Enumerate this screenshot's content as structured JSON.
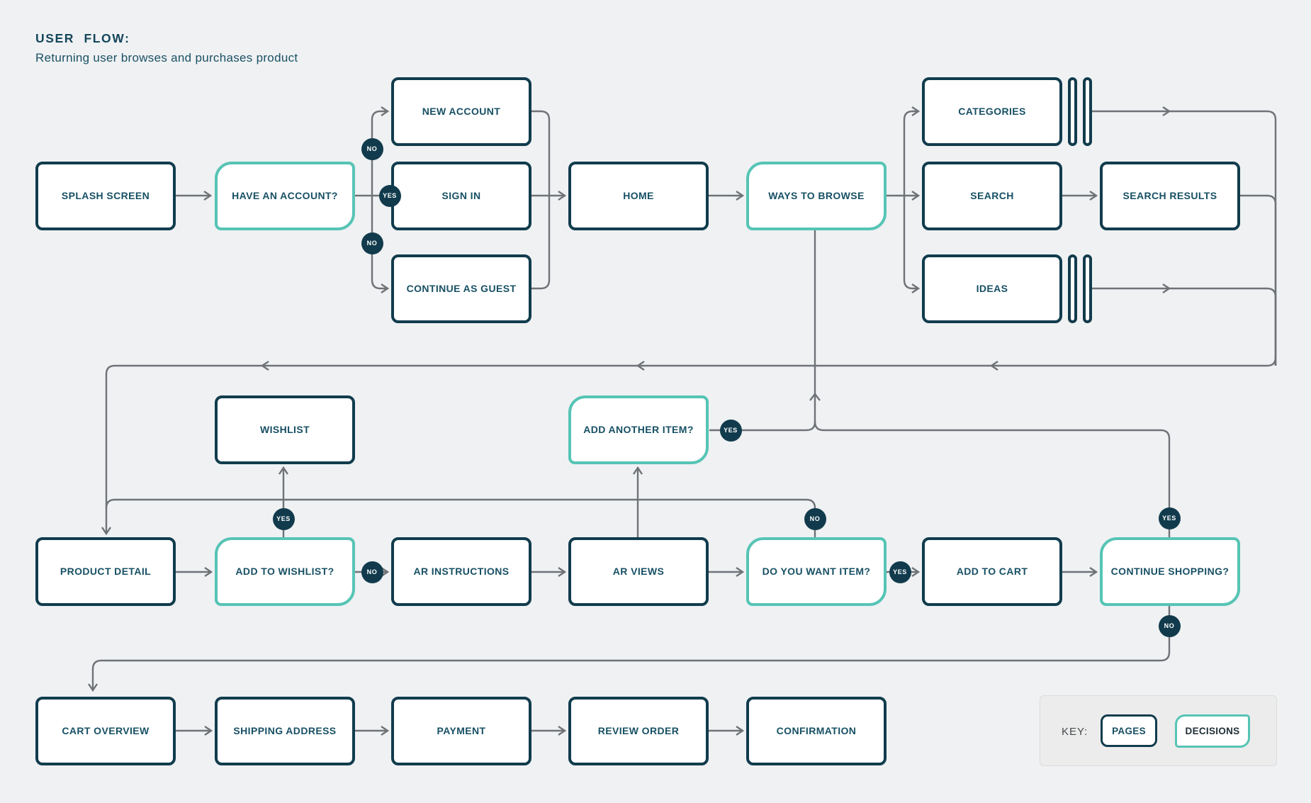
{
  "header": {
    "title": "USER FLOW:",
    "subtitle": "Returning user browses and purchases product"
  },
  "nodes": [
    {
      "id": "splash-screen",
      "label": "SPLASH SCREEN",
      "kind": "page"
    },
    {
      "id": "have-an-account",
      "label": "HAVE AN ACCOUNT?",
      "kind": "decision"
    },
    {
      "id": "new-account",
      "label": "NEW ACCOUNT",
      "kind": "page"
    },
    {
      "id": "sign-in",
      "label": "SIGN IN",
      "kind": "page"
    },
    {
      "id": "continue-as-guest",
      "label": "CONTINUE AS GUEST",
      "kind": "page"
    },
    {
      "id": "home",
      "label": "HOME",
      "kind": "page"
    },
    {
      "id": "ways-to-browse",
      "label": "WAYS TO BROWSE",
      "kind": "decision"
    },
    {
      "id": "categories",
      "label": "CATEGORIES",
      "kind": "page",
      "stacked": true
    },
    {
      "id": "search",
      "label": "SEARCH",
      "kind": "page"
    },
    {
      "id": "search-results",
      "label": "SEARCH RESULTS",
      "kind": "page"
    },
    {
      "id": "ideas",
      "label": "IDEAS",
      "kind": "page",
      "stacked": true
    },
    {
      "id": "wishlist",
      "label": "WISHLIST",
      "kind": "page"
    },
    {
      "id": "add-another-item",
      "label": "ADD ANOTHER ITEM?",
      "kind": "decision"
    },
    {
      "id": "product-detail",
      "label": "PRODUCT DETAIL",
      "kind": "page"
    },
    {
      "id": "add-to-wishlist",
      "label": "ADD TO WISHLIST?",
      "kind": "decision"
    },
    {
      "id": "ar-instructions",
      "label": "AR INSTRUCTIONS",
      "kind": "page"
    },
    {
      "id": "ar-views",
      "label": "AR VIEWS",
      "kind": "page"
    },
    {
      "id": "do-you-want-item",
      "label": "DO YOU WANT ITEM?",
      "kind": "decision"
    },
    {
      "id": "add-to-cart",
      "label": "ADD TO CART",
      "kind": "page"
    },
    {
      "id": "continue-shopping",
      "label": "CONTINUE SHOPPING?",
      "kind": "decision"
    },
    {
      "id": "cart-overview",
      "label": "CART OVERVIEW",
      "kind": "page"
    },
    {
      "id": "shipping-address",
      "label": "SHIPPING ADDRESS",
      "kind": "page"
    },
    {
      "id": "payment",
      "label": "PAYMENT",
      "kind": "page"
    },
    {
      "id": "review-order",
      "label": "REVIEW ORDER",
      "kind": "page"
    },
    {
      "id": "confirmation",
      "label": "CONFIRMATION",
      "kind": "page"
    }
  ],
  "badges": [
    {
      "id": "no-to-new-account",
      "label": "NO"
    },
    {
      "id": "yes-to-sign-in",
      "label": "YES"
    },
    {
      "id": "no-to-guest",
      "label": "NO"
    },
    {
      "id": "yes-add-another",
      "label": "YES"
    },
    {
      "id": "yes-to-wishlist",
      "label": "YES"
    },
    {
      "id": "no-to-ar",
      "label": "NO"
    },
    {
      "id": "no-dont-want",
      "label": "NO"
    },
    {
      "id": "yes-to-cart",
      "label": "YES"
    },
    {
      "id": "yes-continue",
      "label": "YES"
    },
    {
      "id": "no-continue",
      "label": "NO"
    }
  ],
  "key": {
    "label": "KEY:",
    "pages_label": "PAGES",
    "decisions_label": "DECISIONS"
  },
  "colors": {
    "navy": "#113C4D",
    "teal": "#56C4B5",
    "line": "#6F7276",
    "background": "#EFF1F3",
    "badge": "#113B4C"
  }
}
